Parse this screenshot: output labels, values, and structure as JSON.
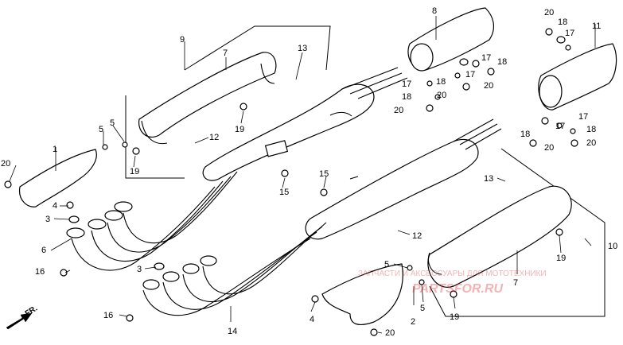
{
  "diagram": {
    "callouts": {
      "c1": "1",
      "c2": "2",
      "c3a": "3",
      "c3b": "3",
      "c4a": "4",
      "c4b": "4",
      "c5a": "5",
      "c5b": "5",
      "c5c": "5",
      "c5d": "5",
      "c6": "6",
      "c7a": "7",
      "c7b": "7",
      "c8": "8",
      "c9": "9",
      "c10": "10",
      "c11": "11",
      "c12a": "12",
      "c12b": "12",
      "c13a": "13",
      "c13b": "13",
      "c14": "14",
      "c15a": "15",
      "c15b": "15",
      "c16a": "16",
      "c16b": "16",
      "c17a": "17",
      "c17b": "17",
      "c17c": "17",
      "c17d": "17",
      "c17e": "17",
      "c17f": "17",
      "c18a": "18",
      "c18b": "18",
      "c18c": "18",
      "c18d": "18",
      "c18e": "18",
      "c19a": "19",
      "c19b": "19",
      "c19c": "19",
      "c19d": "19",
      "c20a": "20",
      "c20b": "20",
      "c20c": "20",
      "c20d": "20",
      "c20e": "20",
      "c20f": "20",
      "c20g": "20"
    },
    "direction_label": "FR.",
    "watermark": {
      "top": "ЗАПЧАСТИ И АКСЕССУАРЫ ДЛЯ МОТОТЕХНИКИ",
      "brand": "PARTSFOR.RU"
    }
  }
}
